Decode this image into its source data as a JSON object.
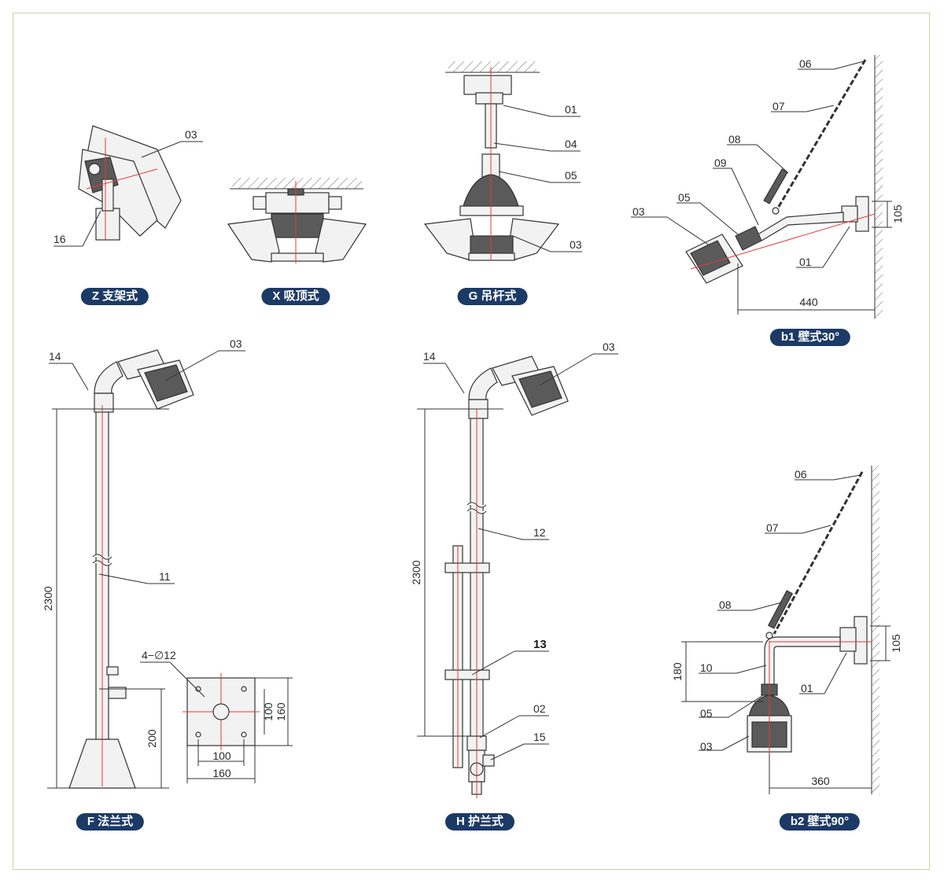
{
  "captions": {
    "z": "Z 支架式",
    "x": "X 吸顶式",
    "g": "G 吊杆式",
    "b1": "b1 壁式30°",
    "f": "F 法兰式",
    "h": "H 护兰式",
    "b2": "b2 壁式90°"
  },
  "colors": {
    "caption_bg": "#1c3a66",
    "center_line": "#e23b3b",
    "frame": "#c8d3a8"
  },
  "callouts": {
    "z": [
      "03",
      "16"
    ],
    "g": [
      "01",
      "04",
      "05",
      "03"
    ],
    "b1": [
      "06",
      "07",
      "08",
      "09",
      "03",
      "05",
      "01"
    ],
    "f": [
      "14",
      "03",
      "11"
    ],
    "h": [
      "14",
      "03",
      "12",
      "13",
      "02",
      "15"
    ],
    "b2": [
      "06",
      "07",
      "08",
      "10",
      "05",
      "03",
      "01"
    ]
  },
  "dimensions": {
    "b1": {
      "width": "440",
      "height": "105"
    },
    "f": {
      "height": "2300",
      "flange": "200"
    },
    "flange_plate": {
      "holes": "4−∅12",
      "inner": "100",
      "outer": "160"
    },
    "h": {
      "height": "2300"
    },
    "b2": {
      "width": "360",
      "height": "105",
      "drop": "180"
    }
  }
}
